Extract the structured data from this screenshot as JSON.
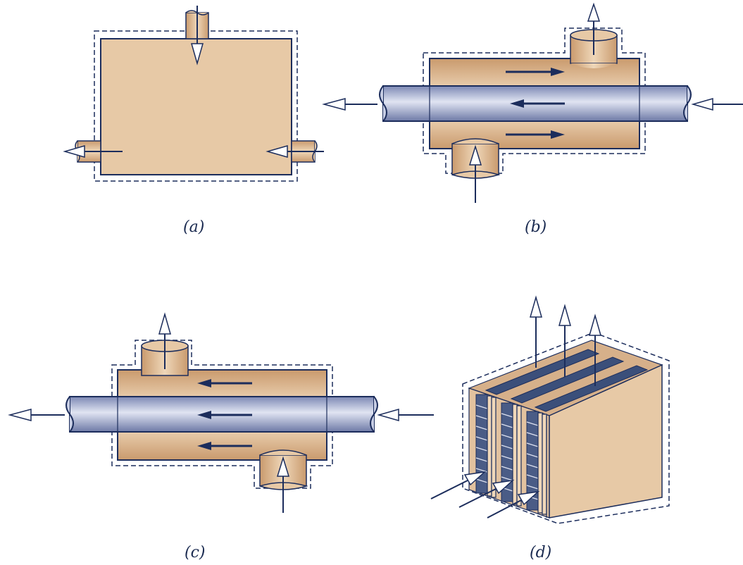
{
  "panels": [
    {
      "id": "a",
      "label": "(a)"
    },
    {
      "id": "b",
      "label": "(b)"
    },
    {
      "id": "c",
      "label": "(c)"
    },
    {
      "id": "d",
      "label": "(d)"
    }
  ],
  "colors": {
    "shell_fill": "#e7c9a6",
    "shell_edge": "#c49a6e",
    "pipe_fill": "#8e9ac2",
    "pipe_highlight": "#dde2f0",
    "outline": "#1c2d5c",
    "arrow_open_fill": "#ffffff",
    "fin_dark": "#3b4f7a"
  }
}
